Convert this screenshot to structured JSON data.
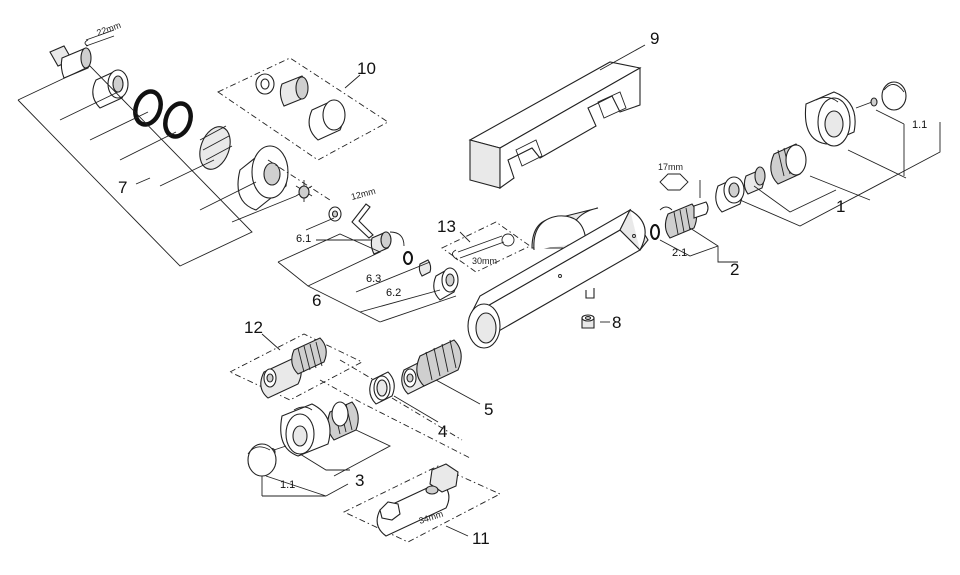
{
  "diagram": {
    "labels": {
      "p1": "1",
      "p1_1_top": "1.1",
      "p2": "2",
      "p2_1": "2.1",
      "p3": "3",
      "p1_1_bottom": "1.1",
      "p4": "4",
      "p5": "5",
      "p6": "6",
      "p6_1": "6.1",
      "p6_2": "6.2",
      "p6_3": "6.3",
      "p7": "7",
      "p8": "8",
      "p9": "9",
      "p10": "10",
      "p11": "11",
      "p12": "12",
      "p13": "13"
    },
    "tool_sizes": {
      "wrench_22": "22mm",
      "hex_17": "17mm",
      "hex_12": "12mm",
      "spanner_30": "30mm",
      "tool_34": "34mm"
    }
  }
}
